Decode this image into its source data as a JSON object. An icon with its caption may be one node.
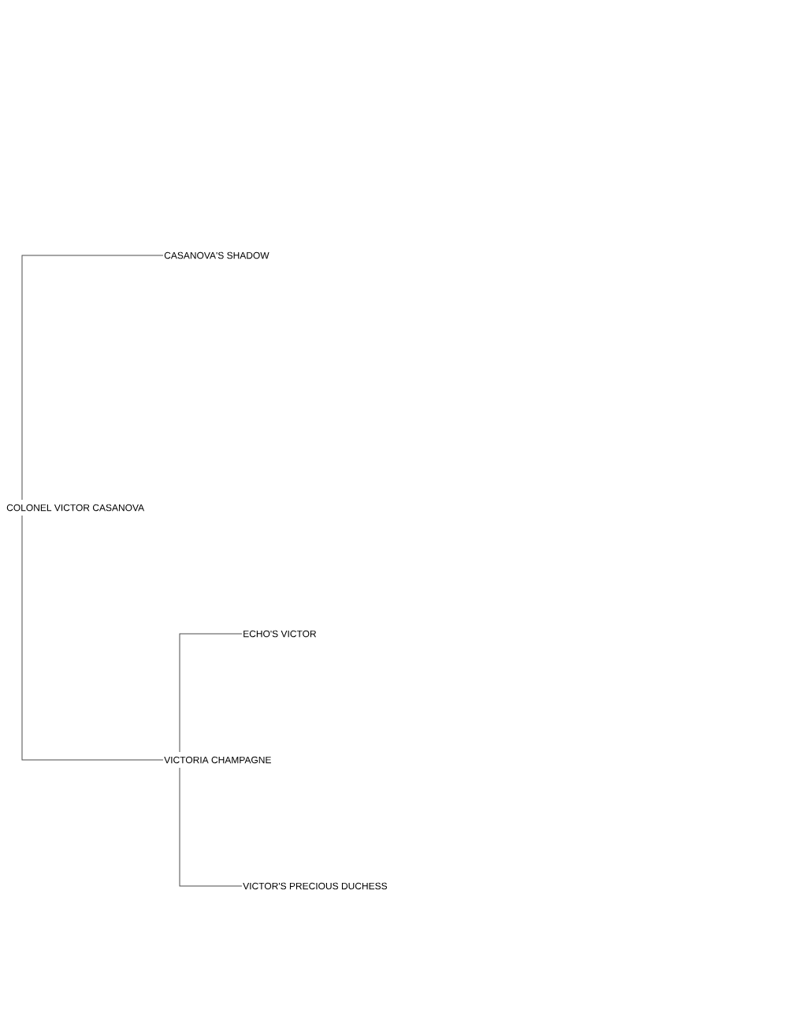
{
  "diagram": {
    "nodes": [
      {
        "text": [
          "COLONEL VICTOR CASANOVA"
        ]
      },
      {
        "text": [
          "CASANOVA'S SHADOW"
        ]
      },
      {
        "text": [
          "VICTORIA CHAMPAGNE"
        ]
      },
      {
        "text": [
          "ECHO'S VICTOR"
        ]
      },
      {
        "text": [
          "VICTOR'S PRECIOUS DUCHESS"
        ]
      }
    ],
    "edges": [
      {
        "from": 0,
        "to": 1,
        "arrow": "none"
      },
      {
        "from": 0,
        "to": 2,
        "arrow": "none"
      },
      {
        "from": 2,
        "to": 3,
        "arrow": "none"
      },
      {
        "from": 2,
        "to": 4,
        "arrow": "none"
      }
    ]
  }
}
